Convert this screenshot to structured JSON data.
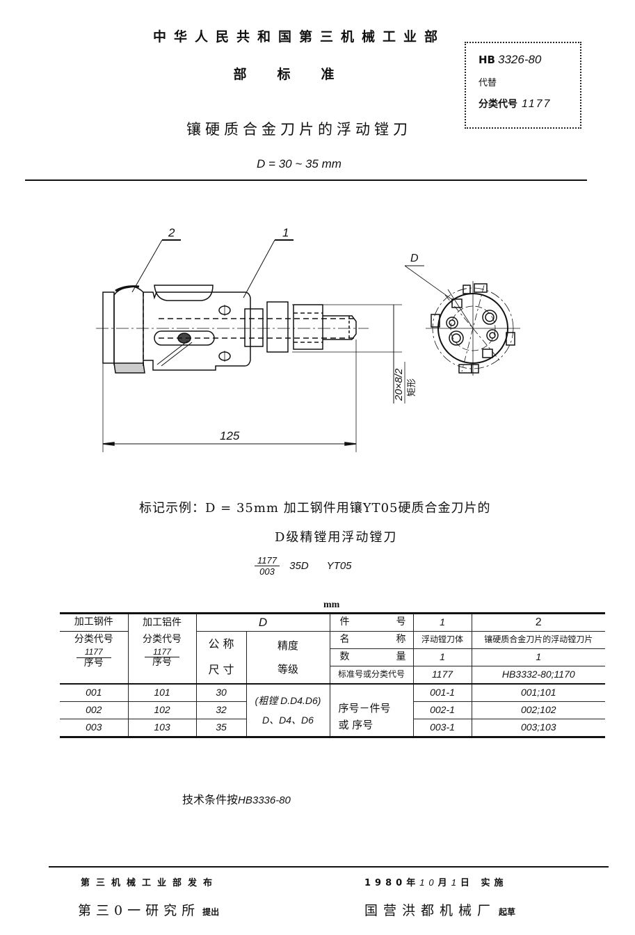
{
  "header": {
    "ministry": "中华人民共和国第三机械工业部",
    "standard_type": "部标准",
    "standard_box": {
      "code_prefix": "HB",
      "code_number": "3326-80",
      "replaces_label": "代替",
      "classification_label": "分类代号",
      "classification_code": "1177"
    },
    "title": "镶硬质合金刀片的浮动镗刀",
    "subtitle": "D = 30 ~ 35 mm"
  },
  "drawing": {
    "callout_1": "1",
    "callout_2": "2",
    "callout_d": "D",
    "overall_length": "125",
    "thread_spec": "20×8/2",
    "thread_type": "矩形"
  },
  "marking_example": {
    "line1": "标记示例：D = 35mm 加工钢件用镶YT05硬质合金刀片的",
    "line2": "D级精镗用浮动镗刀",
    "code_numerator": "1177",
    "code_denominator": "003",
    "code_size": "35D",
    "code_grade": "YT05"
  },
  "table": {
    "unit": "mm",
    "headers": {
      "steel_line1": "加工钢件",
      "steel_line2": "分类代号",
      "steel_num": "1177",
      "steel_den": "序号",
      "aluminum_line1": "加工铝件",
      "aluminum_line2": "分类代号",
      "aluminum_num": "1177",
      "aluminum_den": "序号",
      "d_label": "D",
      "nominal_line1": "公 称",
      "nominal_line2": "尺 寸",
      "precision_line1": "精度",
      "precision_line2": "等级",
      "part_no_a": "件",
      "part_no_b": "号",
      "name_a": "名",
      "name_b": "称",
      "qty_a": "数",
      "qty_b": "量",
      "std_no": "标准号或分类代号"
    },
    "parts": [
      {
        "part_no": "1",
        "name": "浮动镗刀体",
        "qty": "1",
        "std": "1177"
      },
      {
        "part_no": "2",
        "name": "镶硬质合金刀片的浮动镗刀片",
        "qty": "1",
        "std": "HB3332-80;1170"
      }
    ],
    "precision_value_line1": "(粗镗 D.D4.D6)",
    "precision_value_line2": "D、D4、D6",
    "seq_label_line1": "序号－件号",
    "seq_label_line2": "或 序号",
    "rows": [
      {
        "steel": "001",
        "aluminum": "101",
        "nominal": "30",
        "part1": "001-1",
        "part2": "001;101"
      },
      {
        "steel": "002",
        "aluminum": "102",
        "nominal": "32",
        "part1": "002-1",
        "part2": "002;102"
      },
      {
        "steel": "003",
        "aluminum": "103",
        "nominal": "35",
        "part1": "003-1",
        "part2": "003;103"
      }
    ]
  },
  "technical_conditions": {
    "label": "技术条件按",
    "standard": "HB3336-80"
  },
  "footer": {
    "issuer": "第三机械工业部",
    "issuer_action": "发布",
    "proposer": "第三0一研究所",
    "proposer_action": "提出",
    "effective_year": "1980",
    "year_char": "年",
    "effective_month": "10",
    "month_char": "月",
    "effective_day": "1",
    "day_char": "日",
    "effective_action": "实施",
    "drafter": "国营洪都机械厂",
    "drafter_action": "起草"
  }
}
